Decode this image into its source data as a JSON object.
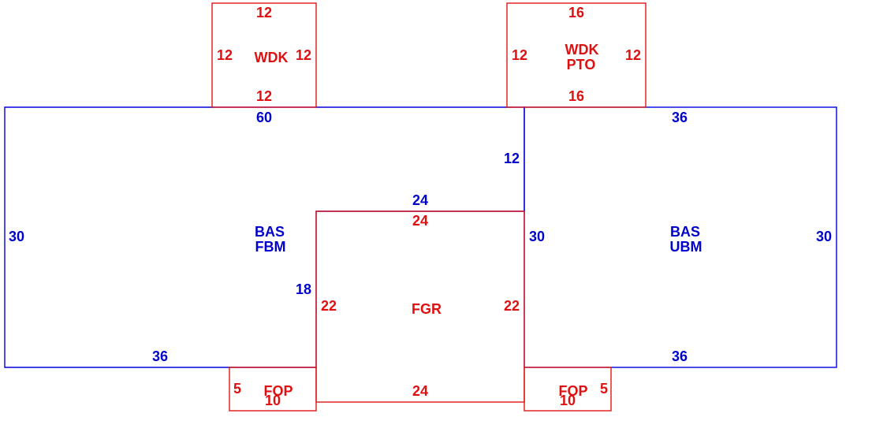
{
  "colors": {
    "main_area": "#0000cc",
    "sub_area": "#dd1111"
  },
  "areas": {
    "fbm": {
      "code": "BAS",
      "sub": "FBM",
      "dim_top": "60",
      "dim_left": "30",
      "dim_bottom": "36",
      "dim_notch_right": "18",
      "dim_notch_top": "24",
      "dim_right_upper": "12"
    },
    "ubm": {
      "code": "BAS",
      "sub": "UBM",
      "dim_top": "36",
      "dim_left": "30",
      "dim_right": "30",
      "dim_bottom": "36"
    },
    "wdk": {
      "code": "WDK",
      "dim_top": "12",
      "dim_left": "12",
      "dim_right": "12",
      "dim_bottom": "12"
    },
    "wdk_pto": {
      "code": "WDK",
      "sub": "PTO",
      "dim_top": "16",
      "dim_left": "12",
      "dim_right": "12",
      "dim_bottom": "16"
    },
    "fgr": {
      "code": "FGR",
      "dim_top": "24",
      "dim_left": "22",
      "dim_right": "22",
      "dim_bottom": "24"
    },
    "fop_left": {
      "code": "FOP",
      "dim_side": "5",
      "dim_bottom": "10"
    },
    "fop_right": {
      "code": "FOP",
      "dim_side": "5",
      "dim_bottom": "10"
    }
  }
}
